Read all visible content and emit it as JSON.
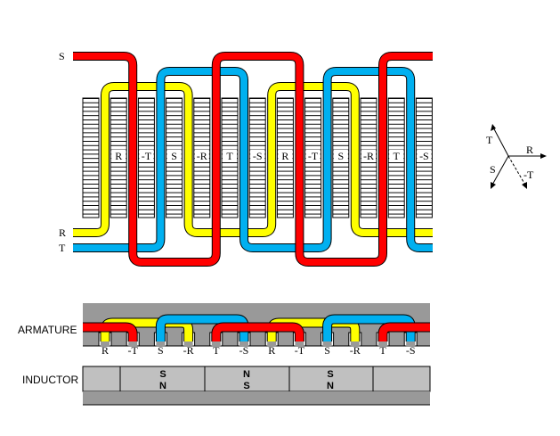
{
  "winding": {
    "phase_labels": {
      "S": "S",
      "R": "R",
      "T": "T"
    },
    "slot_labels": [
      "R",
      "-T",
      "S",
      "-R",
      "T",
      "-S",
      "R",
      "-T",
      "S",
      "-R",
      "T",
      "-S"
    ]
  },
  "phasor": {
    "T": "T",
    "R": "R",
    "S": "S",
    "minus_T": "-T"
  },
  "armature": {
    "label": "ARMATURE",
    "slot_labels": [
      "R",
      "-T",
      "S",
      "-R",
      "T",
      "-S",
      "R",
      "-T",
      "S",
      "-R",
      "T",
      "-S"
    ]
  },
  "inductor": {
    "label": "INDUCTOR",
    "poles": [
      [
        "S",
        "N"
      ],
      [
        "N",
        "S"
      ],
      [
        "S",
        "N"
      ]
    ]
  },
  "colors": {
    "R": "#ffff00",
    "S": "#ff0000",
    "T": "#00b0f0",
    "armature": "#999999",
    "inductor": "#c0c0c0"
  }
}
